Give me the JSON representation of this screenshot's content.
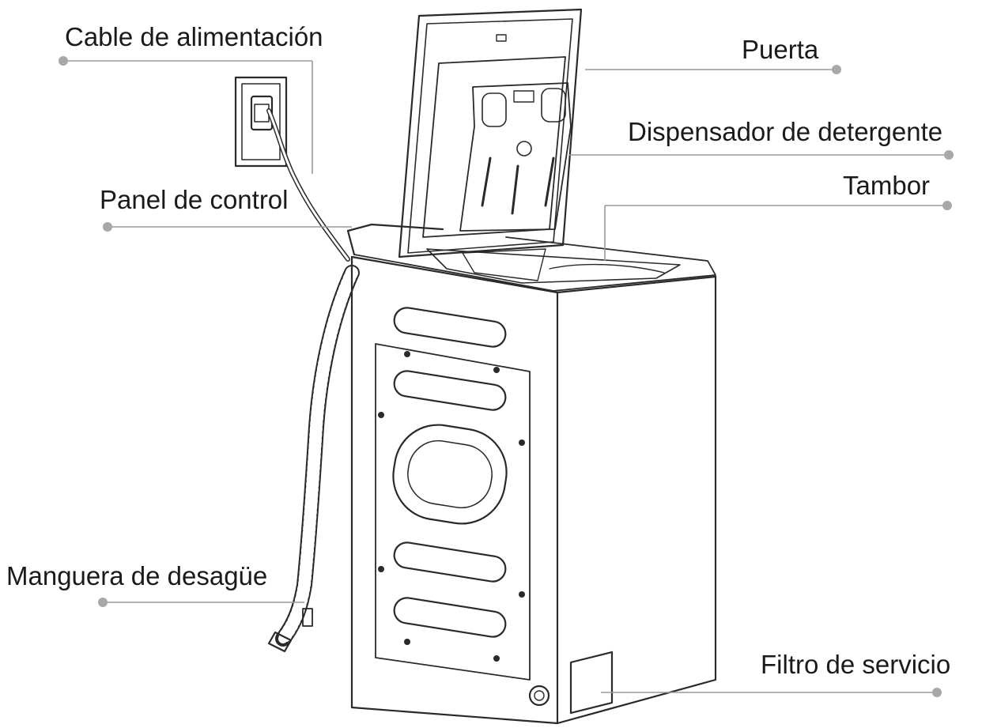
{
  "labels": {
    "power_cord": "Cable de alimentación",
    "door": "Puerta",
    "detergent_dispenser": "Dispensador de detergente",
    "control_panel": "Panel de control",
    "drum": "Tambor",
    "drain_hose": "Manguera de desagüe",
    "service_filter": "Filtro de servicio"
  },
  "colors": {
    "line": "#9a9a9a",
    "dot": "#a8a8a8",
    "drawing": "#2a2a2a",
    "text": "#1a1a1a"
  }
}
